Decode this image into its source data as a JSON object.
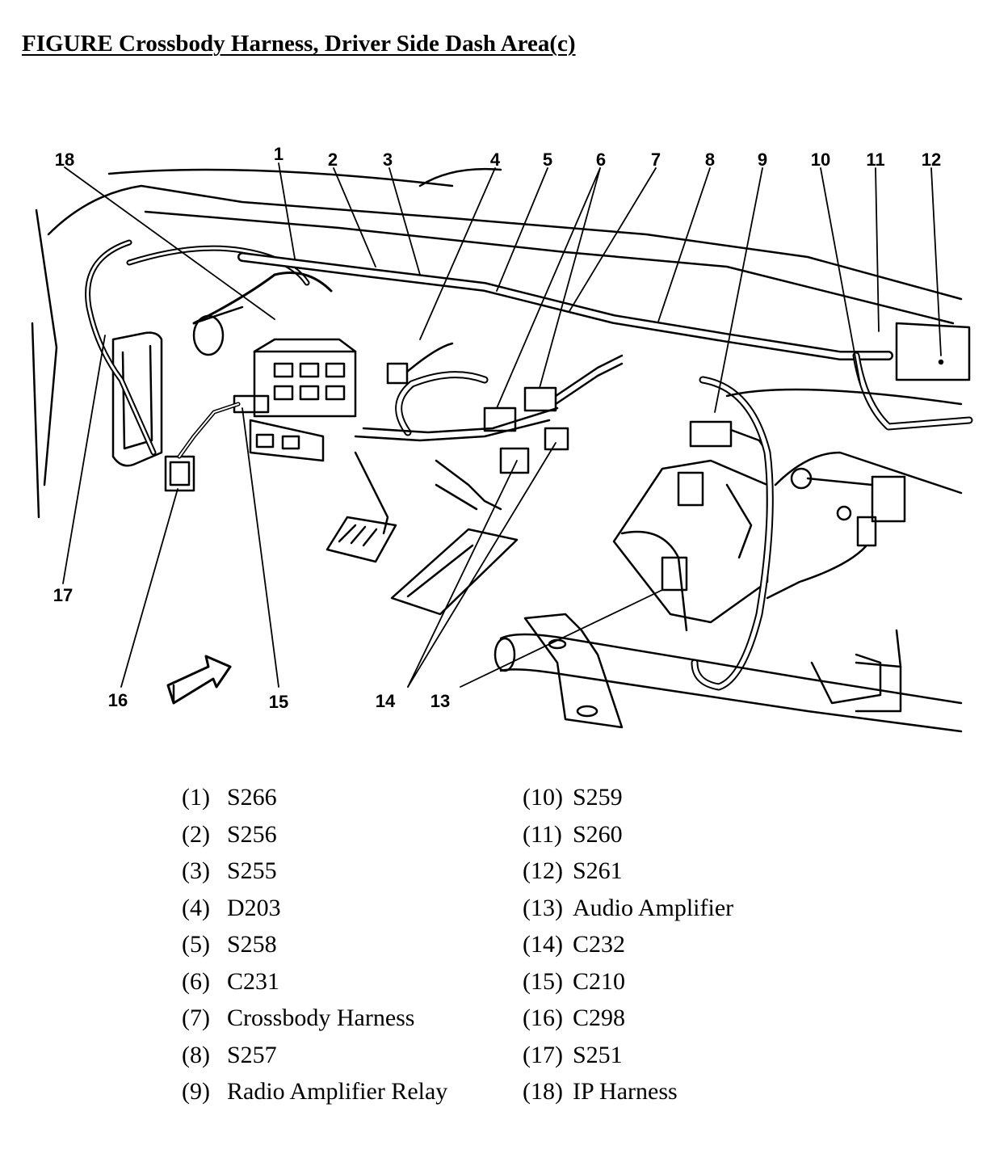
{
  "title": "FIGURE Crossbody Harness, Driver Side Dash Area(c)",
  "callouts": [
    "1",
    "2",
    "3",
    "4",
    "5",
    "6",
    "7",
    "8",
    "9",
    "10",
    "11",
    "12",
    "13",
    "14",
    "15",
    "16",
    "17",
    "18"
  ],
  "legend": {
    "left": [
      {
        "num": "(1)",
        "label": "S266"
      },
      {
        "num": "(2)",
        "label": "S256"
      },
      {
        "num": "(3)",
        "label": "S255"
      },
      {
        "num": "(4)",
        "label": "D203"
      },
      {
        "num": "(5)",
        "label": "S258"
      },
      {
        "num": "(6)",
        "label": "C231"
      },
      {
        "num": "(7)",
        "label": "Crossbody Harness"
      },
      {
        "num": "(8)",
        "label": "S257"
      },
      {
        "num": "(9)",
        "label": "Radio Amplifier Relay"
      }
    ],
    "right": [
      {
        "num": "(10)",
        "label": "S259"
      },
      {
        "num": "(11)",
        "label": "S260"
      },
      {
        "num": "(12)",
        "label": "S261"
      },
      {
        "num": "(13)",
        "label": "Audio Amplifier"
      },
      {
        "num": "(14)",
        "label": "C232"
      },
      {
        "num": "(15)",
        "label": "C210"
      },
      {
        "num": "(16)",
        "label": "C298"
      },
      {
        "num": "(17)",
        "label": "S251"
      },
      {
        "num": "(18)",
        "label": "IP Harness"
      }
    ]
  }
}
